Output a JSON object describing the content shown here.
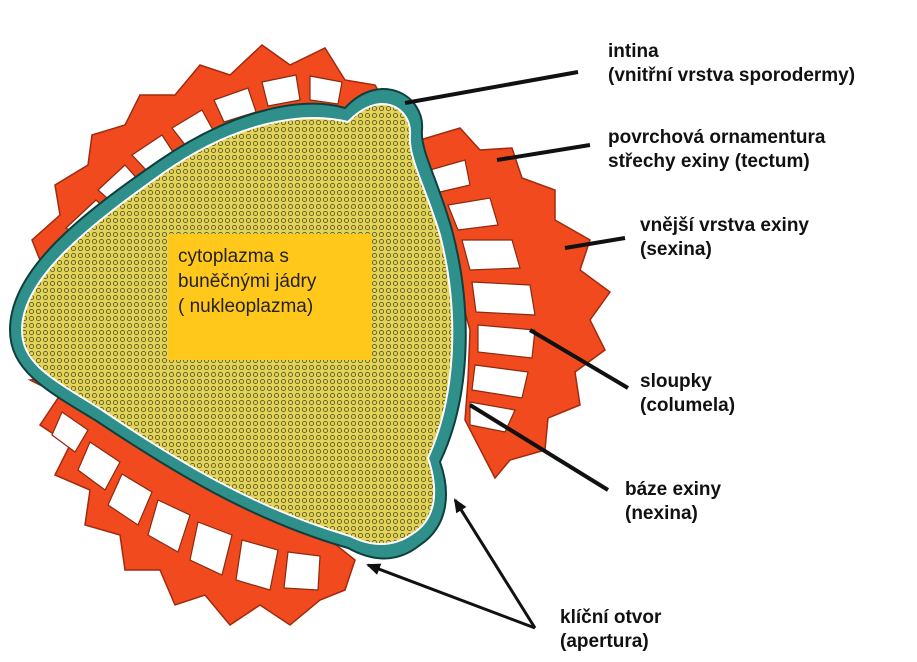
{
  "labels": {
    "intina": {
      "line1": "intina",
      "line2": "(vnitřní vrstva sporodermy)"
    },
    "tectum": {
      "line1": "povrchová ornamentura",
      "line2": "střechy exiny (tectum)"
    },
    "sexina": {
      "line1": "vnější vrstva exiny",
      "line2": "(sexina)"
    },
    "columela": {
      "line1": "sloupky",
      "line2": "(columela)"
    },
    "nexina": {
      "line1": "báze exiny",
      "line2": "(nexina)"
    },
    "apertura": {
      "line1": "klíční otvor",
      "line2": "(apertura)"
    }
  },
  "center": {
    "line1": "cytoplazma s",
    "line2": "buněčnými jádry",
    "line3": "( nukleoplazma)"
  },
  "colors": {
    "exine": "#f04a1e",
    "cytoplasm": "#d8c84a",
    "intine": "#2f8f8a",
    "highlight": "#ffc81a",
    "ink": "#111111"
  }
}
